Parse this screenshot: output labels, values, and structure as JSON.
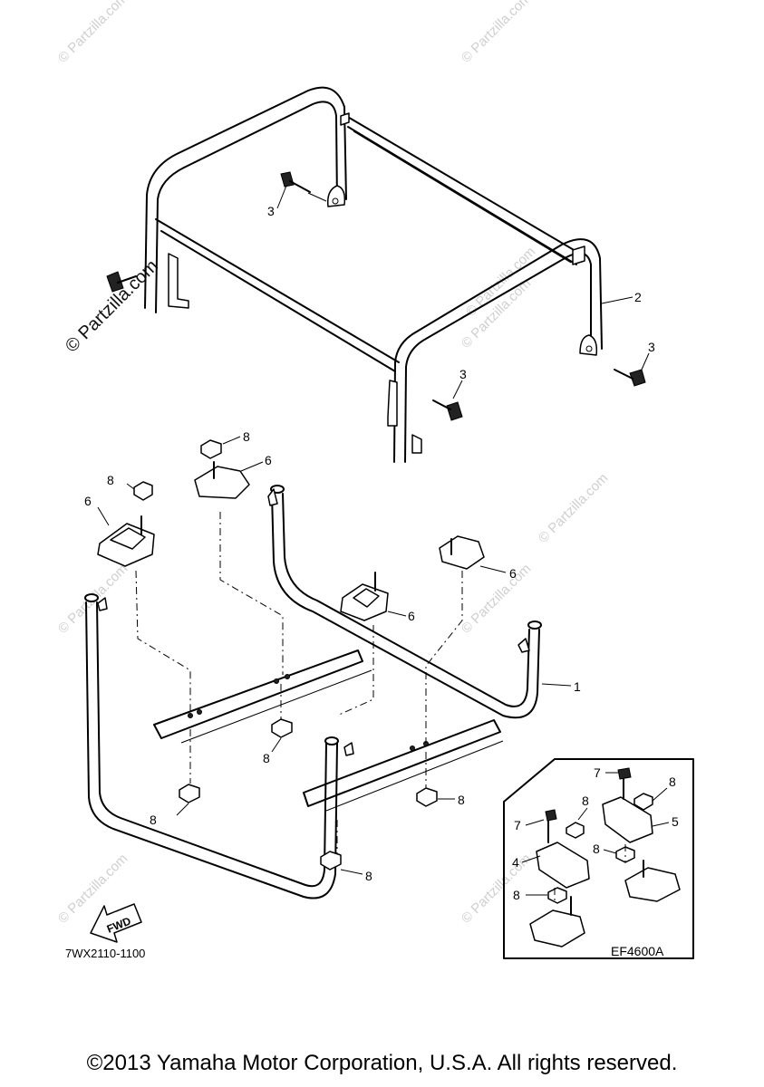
{
  "diagram": {
    "callouts": {
      "c1": "1",
      "c2": "2",
      "c3": "3",
      "c4": "4",
      "c5": "5",
      "c6": "6",
      "c7": "7",
      "c8": "8"
    },
    "fwd_label": "FWD",
    "diagram_code": "7WX2110-1100",
    "variant_code": "EF4600A"
  },
  "watermark": {
    "text": "© Partzilla.com",
    "color": "#cfcfcf"
  },
  "footer": {
    "copyright": "©2013 Yamaha Motor Corporation, U.S.A. All rights reserved."
  }
}
